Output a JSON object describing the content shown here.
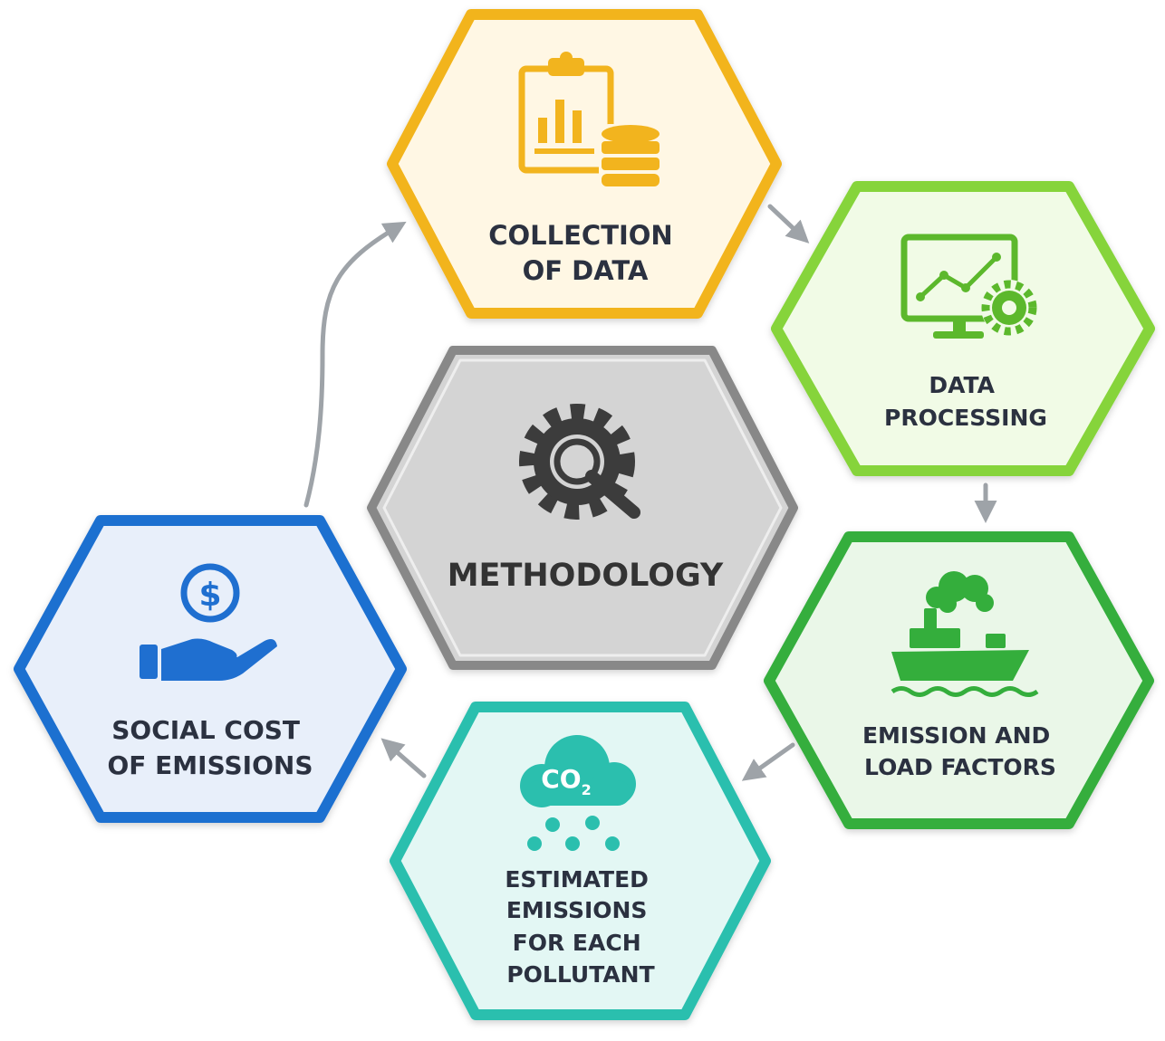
{
  "center": {
    "label": "METHODOLOGY",
    "icon": "gear-magnifier-icon",
    "color": "#7a7a7a"
  },
  "steps": [
    {
      "id": "collection",
      "lines": [
        "COLLECTION",
        "OF DATA"
      ],
      "icon": "clipboard-chart-database-icon",
      "color": "#f2b41e"
    },
    {
      "id": "processing",
      "lines": [
        "DATA",
        "PROCESSING"
      ],
      "icon": "monitor-gear-icon",
      "color": "#86d43a"
    },
    {
      "id": "factors",
      "lines": [
        "EMISSION AND",
        "LOAD FACTORS"
      ],
      "icon": "ship-smoke-icon",
      "color": "#34ae3c"
    },
    {
      "id": "estimated",
      "lines": [
        "ESTIMATED",
        "EMISSIONS",
        "FOR EACH",
        "POLLUTANT"
      ],
      "icon": "co2-cloud-icon",
      "co2_text": "CO",
      "co2_sub": "2",
      "color": "#2bbfae"
    },
    {
      "id": "social",
      "lines": [
        "SOCIAL COST",
        "OF EMISSIONS"
      ],
      "icon": "hand-dollar-icon",
      "dollar": "$",
      "color": "#1f6fd0"
    }
  ],
  "flow": [
    "collection",
    "processing",
    "factors",
    "estimated",
    "social",
    "collection"
  ],
  "colors": {
    "text": "#2b3140",
    "arrow": "#9ea3a8"
  }
}
